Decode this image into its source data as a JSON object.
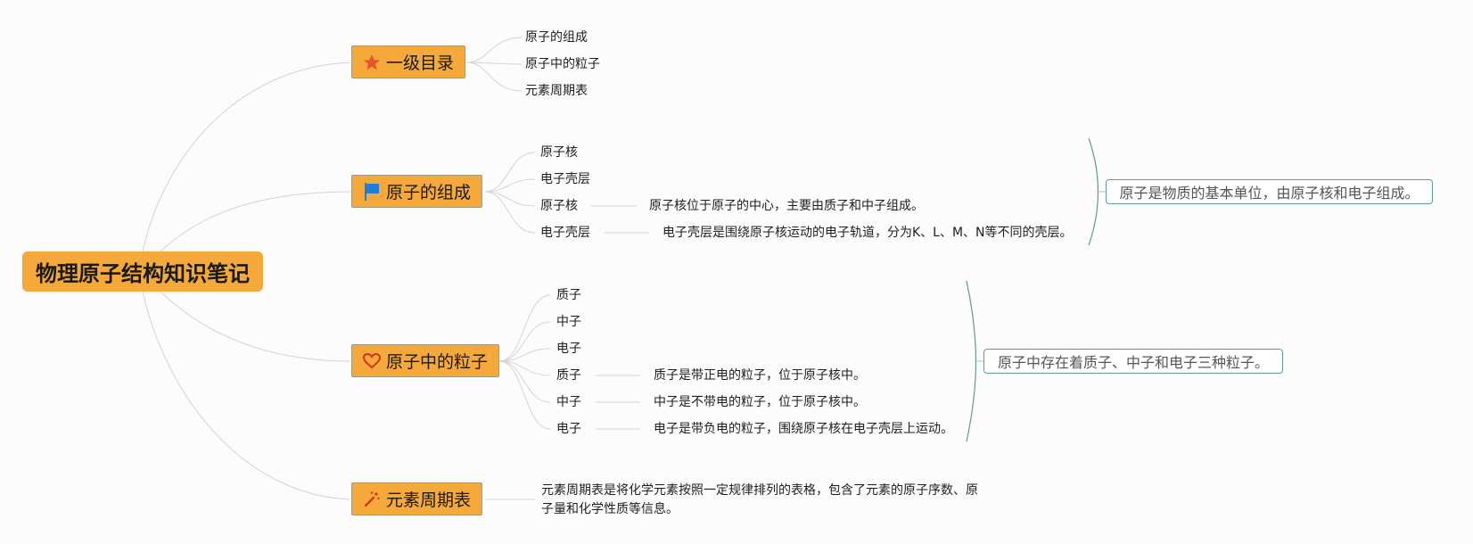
{
  "root": {
    "label": "物理原子结构知识笔记"
  },
  "branches": [
    {
      "label": "一级目录",
      "icon": "star-icon",
      "icon_color": "#e8542a",
      "leaves": [
        "原子的组成",
        "原子中的粒子",
        "元素周期表"
      ]
    },
    {
      "label": "原子的组成",
      "icon": "flag-icon",
      "icon_color": "#1f7fd6",
      "leaves": [
        "原子核",
        "电子壳层"
      ],
      "details": [
        {
          "term": "原子核",
          "text": "原子核位于原子的中心，主要由质子和中子组成。"
        },
        {
          "term": "电子壳层",
          "text": "电子壳层是围绕原子核运动的电子轨道，分为K、L、M、N等不同的壳层。"
        }
      ],
      "summary": "原子是物质的基本单位，由原子核和电子组成。"
    },
    {
      "label": "原子中的粒子",
      "icon": "heart-icon",
      "icon_color": "#d6301e",
      "leaves": [
        "质子",
        "中子",
        "电子"
      ],
      "details": [
        {
          "term": "质子",
          "text": "质子是带正电的粒子，位于原子核中。"
        },
        {
          "term": "中子",
          "text": "中子是不带电的粒子，位于原子核中。"
        },
        {
          "term": "电子",
          "text": "电子是带负电的粒子，围绕原子核在电子壳层上运动。"
        }
      ],
      "summary": "原子中存在着质子、中子和电子三种粒子。"
    },
    {
      "label": "元素周期表",
      "icon": "magic-wand-icon",
      "icon_color": "#d6301e",
      "paragraph": "元素周期表是将化学元素按照一定规律排列的表格，包含了元素的原子序数、原子量和化学性质等信息。"
    }
  ],
  "colors": {
    "node_fill": "#f4a93a",
    "node_border": "#9a9a86",
    "connector": "#d4d4d4",
    "summary_border": "#5f9a90",
    "brace": "#5f9a90",
    "background": "#fcfcfc"
  }
}
